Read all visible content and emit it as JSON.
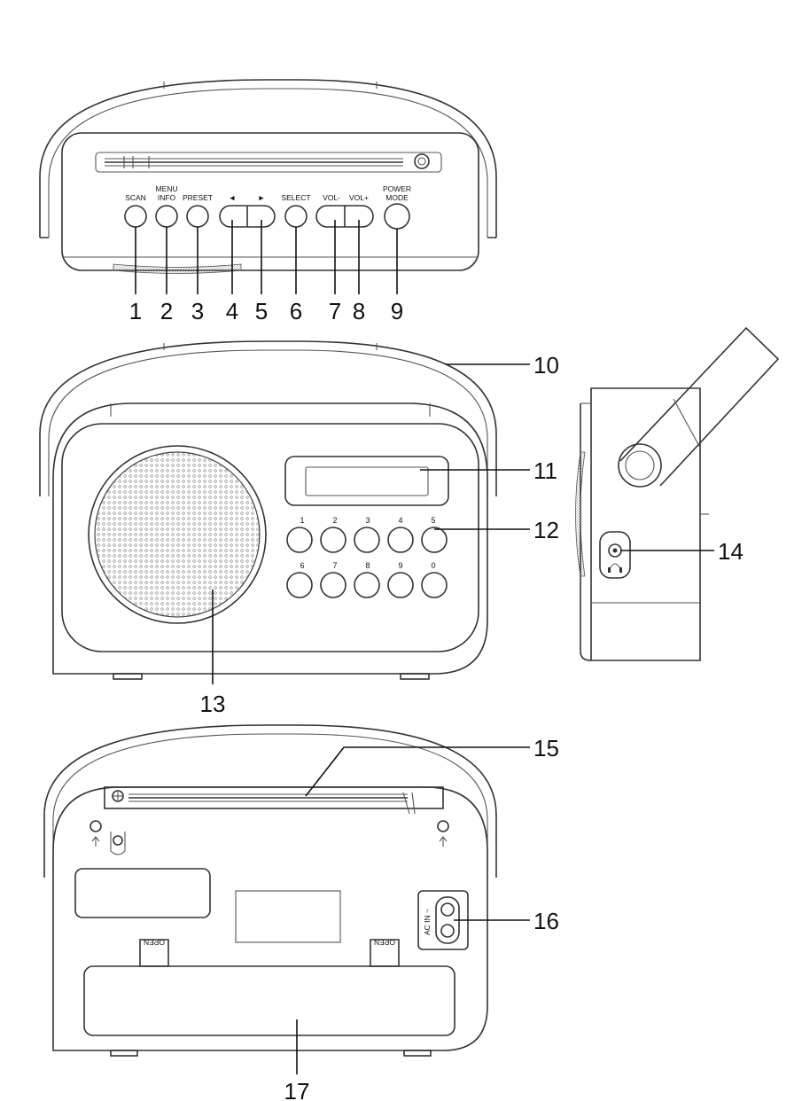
{
  "top_view": {
    "button_labels": {
      "scan": "SCAN",
      "menu_line1": "MENU",
      "menu_line2": "INFO",
      "preset": "PRESET",
      "left_arrow": "◄",
      "right_arrow": "►",
      "select": "SELECT",
      "vol_minus": "VOL-",
      "vol_plus": "VOL+",
      "power_line1": "POWER",
      "power_line2": "MODE"
    },
    "callouts": [
      "1",
      "2",
      "3",
      "4",
      "5",
      "6",
      "7",
      "8",
      "9"
    ]
  },
  "front_view": {
    "keypad_labels": [
      "1",
      "2",
      "3",
      "4",
      "5",
      "6",
      "7",
      "8",
      "9",
      "0"
    ],
    "callouts": {
      "handle": "10",
      "display": "11",
      "keypad": "12",
      "speaker": "13"
    }
  },
  "side_view": {
    "callouts": {
      "headphone": "14"
    }
  },
  "back_view": {
    "open_left": "OPEN",
    "open_right": "OPEN",
    "ac_in": "AC IN ~",
    "callouts": {
      "antenna": "15",
      "ac_socket": "16",
      "battery_cover": "17"
    }
  },
  "icons": [
    "headphone-icon",
    "screw-icon",
    "arrow-up-icon",
    "antenna-icon"
  ]
}
